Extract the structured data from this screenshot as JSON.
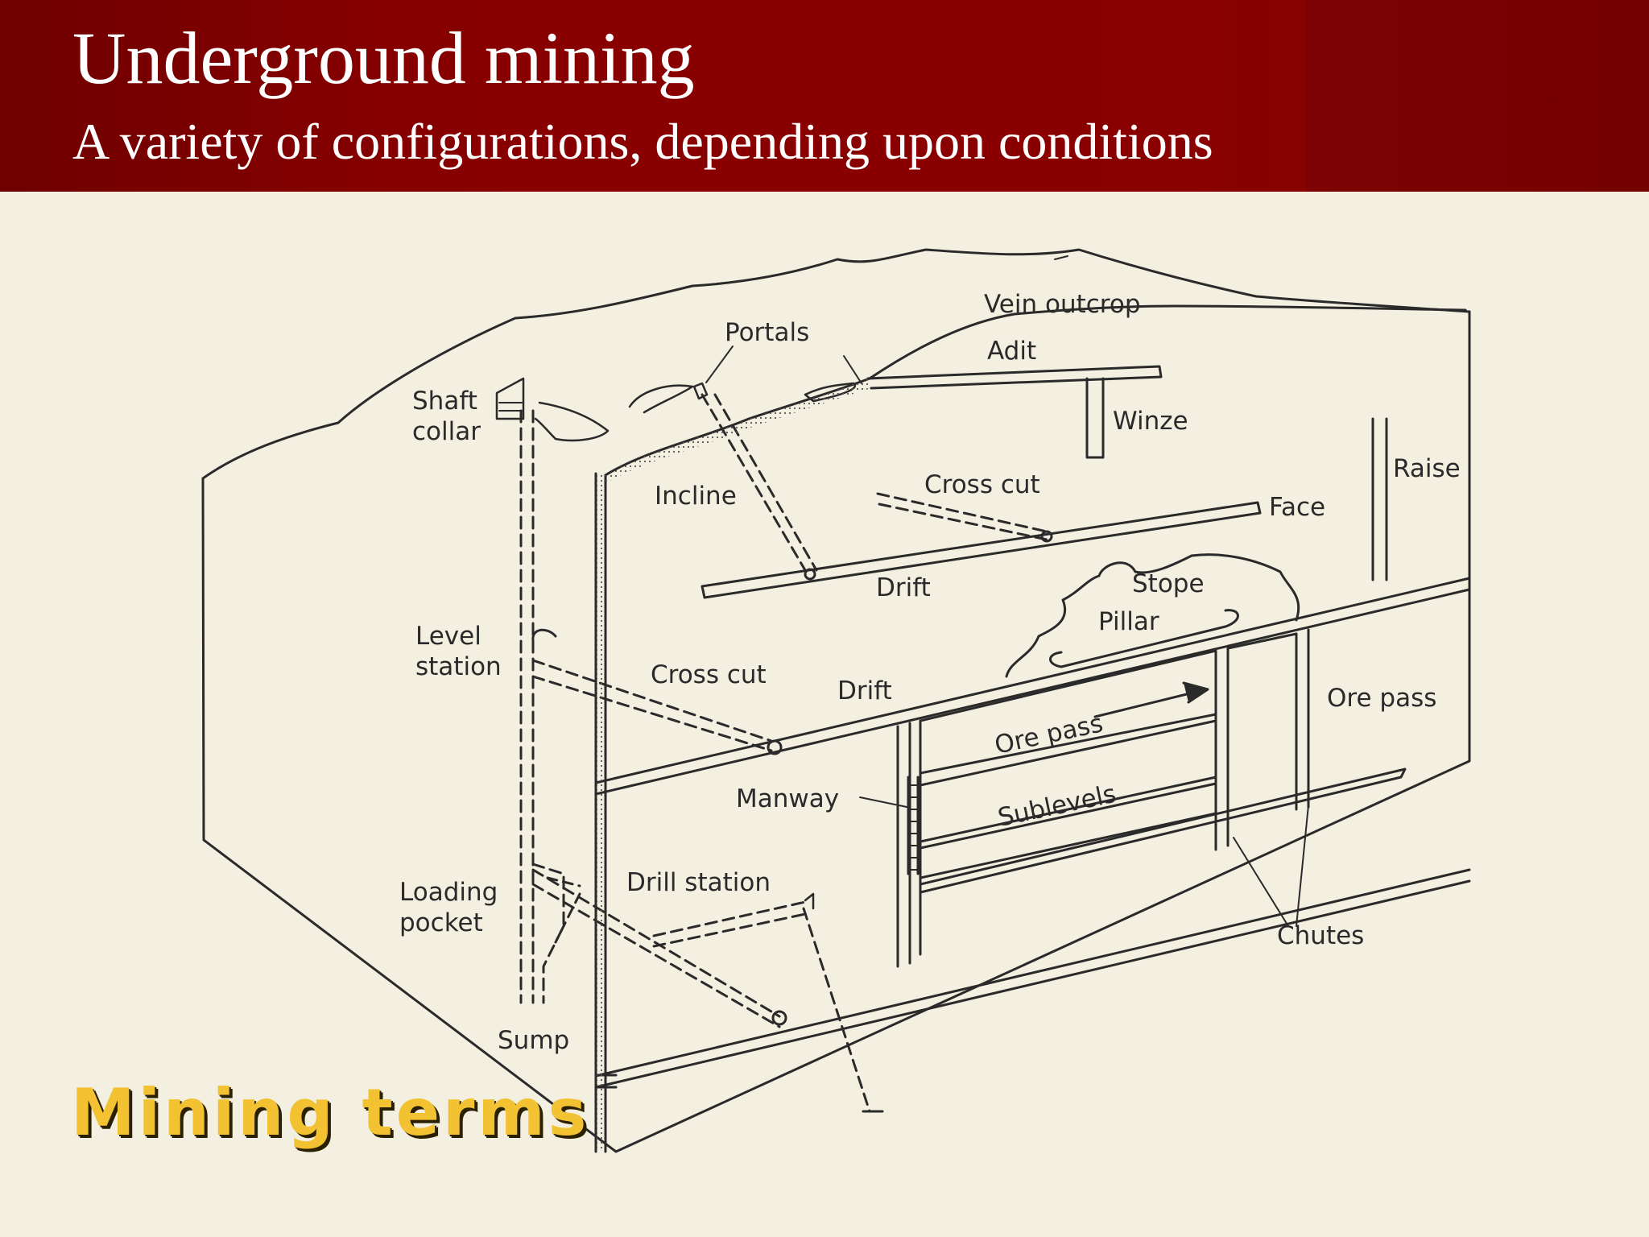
{
  "slide": {
    "title": "Underground mining",
    "subtitle": "A variety of configurations, depending upon conditions",
    "caption": "Mining terms"
  },
  "colors": {
    "header": "#870000",
    "background": "#f3f0e1",
    "caption": "#f2c233",
    "ink": "#2a2a2a"
  },
  "labels": {
    "vein_outcrop": "Vein outcrop",
    "portals": "Portals",
    "adit": "Adit",
    "shaft": "Shaft",
    "collar": "collar",
    "winze": "Winze",
    "raise": "Raise",
    "incline": "Incline",
    "cross_cut_upper": "Cross cut",
    "face": "Face",
    "drift_upper": "Drift",
    "stope": "Stope",
    "pillar": "Pillar",
    "level": "Level",
    "station": "station",
    "cross_cut_middle": "Cross cut",
    "drift_middle": "Drift",
    "ore_pass_right": "Ore pass",
    "ore_pass_center": "Ore pass",
    "manway": "Manway",
    "sublevels": "Sublevels",
    "drill_station": "Drill station",
    "loading": "Loading",
    "pocket": "pocket",
    "chutes": "Chutes",
    "sump": "Sump"
  }
}
